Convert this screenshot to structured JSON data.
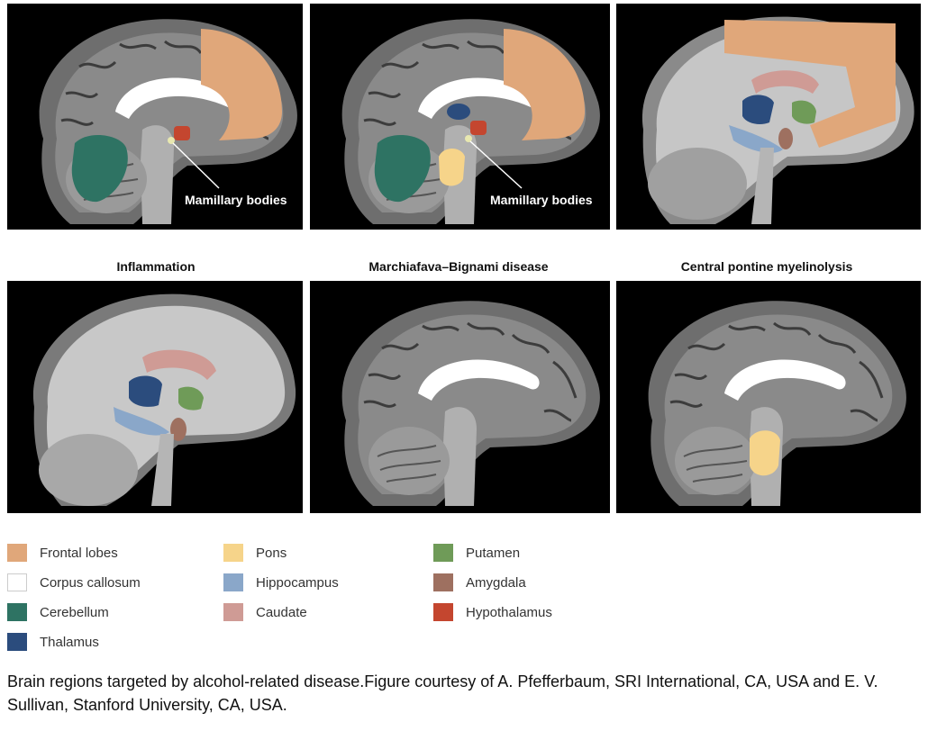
{
  "panels": {
    "p1": {
      "callout": "Mamillary bodies"
    },
    "p2": {
      "callout": "Mamillary bodies"
    },
    "p3": {},
    "p4": {
      "title": "Inflammation"
    },
    "p5": {
      "title": "Marchiafava–Bignami disease"
    },
    "p6": {
      "title": "Central pontine myelinolysis"
    }
  },
  "legend": [
    {
      "label": "Frontal lobes",
      "color": "#e0a77a"
    },
    {
      "label": "Corpus callosum",
      "color": "#ffffff"
    },
    {
      "label": "Cerebellum",
      "color": "#2e7363"
    },
    {
      "label": "Thalamus",
      "color": "#2b4c7d"
    },
    {
      "label": "Pons",
      "color": "#f6d48a"
    },
    {
      "label": "Hippocampus",
      "color": "#8aa7c9"
    },
    {
      "label": "Caudate",
      "color": "#cf9b95"
    },
    {
      "label": "Putamen",
      "color": "#6f9b58"
    },
    {
      "label": "Amygdala",
      "color": "#9e7060"
    },
    {
      "label": "Hypothalamus",
      "color": "#c4462f"
    }
  ],
  "caption": "Brain regions targeted by alcohol-related disease.Figure courtesy of A. Pfefferbaum, SRI International, CA, USA and E. V. Sullivan, Stanford University, CA, USA."
}
